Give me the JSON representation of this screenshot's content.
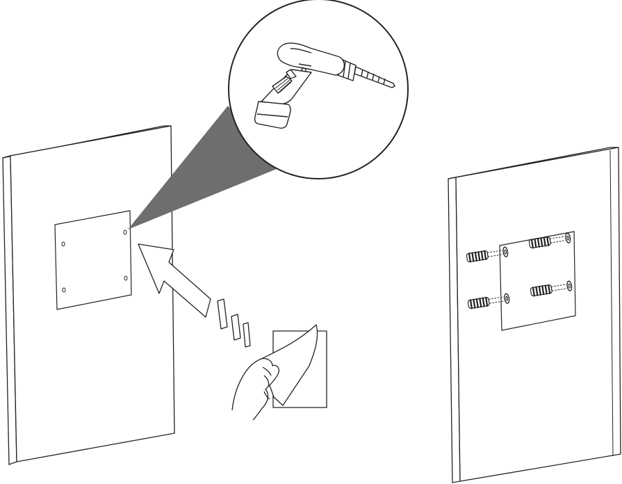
{
  "figure": {
    "panels": [
      "template-marking-step",
      "anchors-installed-step"
    ],
    "stroke_color": "#222222",
    "shadow_color": "#6e6e6e",
    "template_fill": "#ffffff",
    "icons": [
      "power-drill-icon",
      "hand-icon",
      "arrow-icon",
      "wall-anchor-screw-icon"
    ],
    "left_template_holes": 4,
    "right_anchors": 4
  }
}
